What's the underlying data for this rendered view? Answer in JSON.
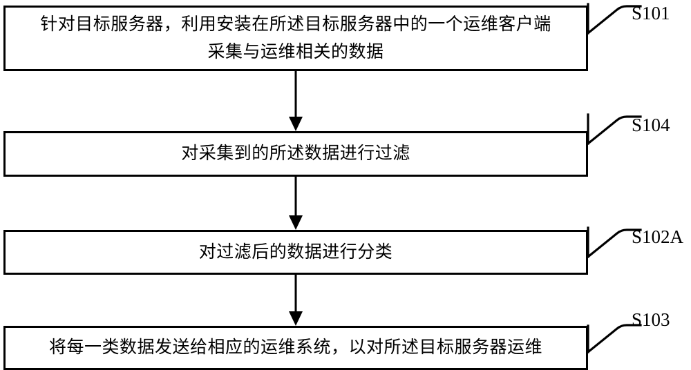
{
  "diagram": {
    "type": "flowchart",
    "orientation": "vertical",
    "language": "zh-CN",
    "stroke_color": "#000000",
    "fill_color": "#ffffff",
    "steps": [
      {
        "id": "S101",
        "label": "S101",
        "text": "针对目标服务器，利用安装在所述目标服务器中的一个运维客户端\n采集与运维相关的数据"
      },
      {
        "id": "S104",
        "label": "S104",
        "text": "对采集到的所述数据进行过滤"
      },
      {
        "id": "S102A",
        "label": "S102A",
        "text": "对过滤后的数据进行分类"
      },
      {
        "id": "S103",
        "label": "S103",
        "text": "将每一类数据发送给相应的运维系统，以对所述目标服务器运维"
      }
    ],
    "connectors": [
      {
        "from": "S101",
        "to": "S104",
        "arrow": "down"
      },
      {
        "from": "S104",
        "to": "S102A",
        "arrow": "down"
      },
      {
        "from": "S102A",
        "to": "S103",
        "arrow": "down"
      }
    ]
  }
}
